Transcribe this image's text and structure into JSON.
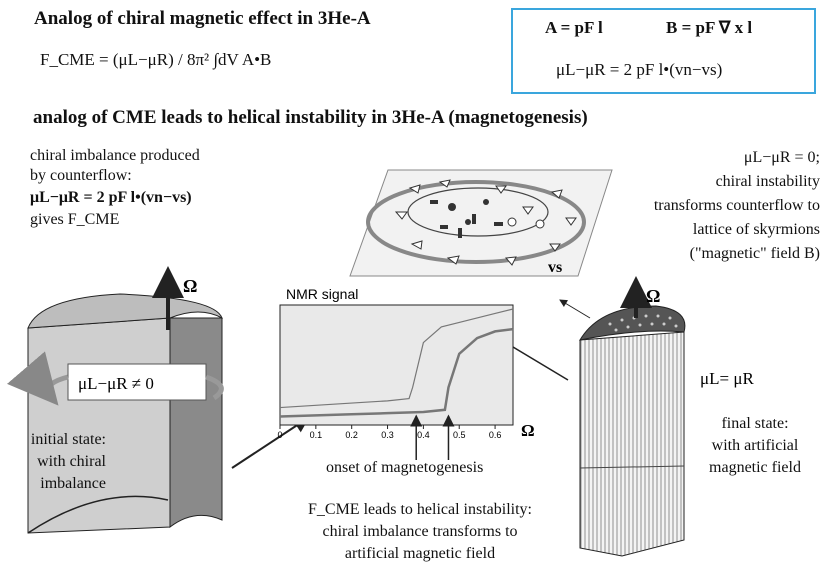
{
  "header": {
    "title": "Analog of chiral magnetic effect in 3He-A",
    "cme_formula": "F_CME = (μL−μR) / 8π² ∫dV A•B"
  },
  "definitions_box": {
    "a_def": "A = pF l",
    "b_def": "B = pF ∇ x l",
    "mu_def": "μL−μR = 2 pF l•(vn−vs)"
  },
  "subtitle": "analog of CME leads to helical instability in 3He-A (magnetogenesis)",
  "left_notes": {
    "line1": "chiral imbalance produced",
    "line2": "by counterflow:",
    "line3": "μL−μR = 2 pF l•(vn−vs)",
    "line4": "gives F_CME"
  },
  "right_notes": {
    "line1": "μL−μR = 0;",
    "line2": "chiral instability",
    "line3": "transforms counterflow to",
    "line4": "lattice of skyrmions",
    "line5": "(\"magnetic\" field B)"
  },
  "cylinder_left": {
    "omega": "Ω",
    "label": "μL−μR ≠ 0",
    "caption1": "initial state:",
    "caption2": "with chiral",
    "caption3": "imbalance"
  },
  "cylinder_right": {
    "omega": "Ω",
    "label": "μL= μR",
    "caption1": "final state:",
    "caption2": "with artificial",
    "caption3": "magnetic field"
  },
  "skyrmion_plane": {
    "vs_label": "vs"
  },
  "nmr": {
    "title": "NMR signal",
    "x_axis_symbol": "Ω",
    "onset_label": "onset of magnetogenesis"
  },
  "bottom_caption": {
    "line1": "F_CME leads to helical instability:",
    "line2": "chiral imbalance transforms to",
    "line3": "artificial magnetic field"
  },
  "chart_data": {
    "type": "line",
    "title": "NMR signal",
    "xlabel": "Ω",
    "ylabel": "",
    "xlim": [
      0,
      0.65
    ],
    "x_ticks": [
      "0",
      "0.1",
      "0.2",
      "0.3",
      "0.4",
      "0.5",
      "0.6"
    ],
    "series": [
      {
        "x": [
          0,
          0.1,
          0.2,
          0.3,
          0.36,
          0.37,
          0.4,
          0.45,
          0.5,
          0.55,
          0.6,
          0.65
        ],
        "values": [
          0.12,
          0.14,
          0.16,
          0.18,
          0.2,
          0.3,
          0.7,
          0.84,
          0.88,
          0.92,
          0.96,
          1.0
        ]
      },
      {
        "x": [
          0,
          0.1,
          0.2,
          0.3,
          0.4,
          0.46,
          0.47,
          0.5,
          0.55,
          0.6,
          0.65
        ],
        "values": [
          0.04,
          0.05,
          0.06,
          0.07,
          0.08,
          0.1,
          0.3,
          0.6,
          0.74,
          0.8,
          0.82
        ]
      }
    ],
    "arrow_marks_x": [
      0.38,
      0.47
    ]
  }
}
